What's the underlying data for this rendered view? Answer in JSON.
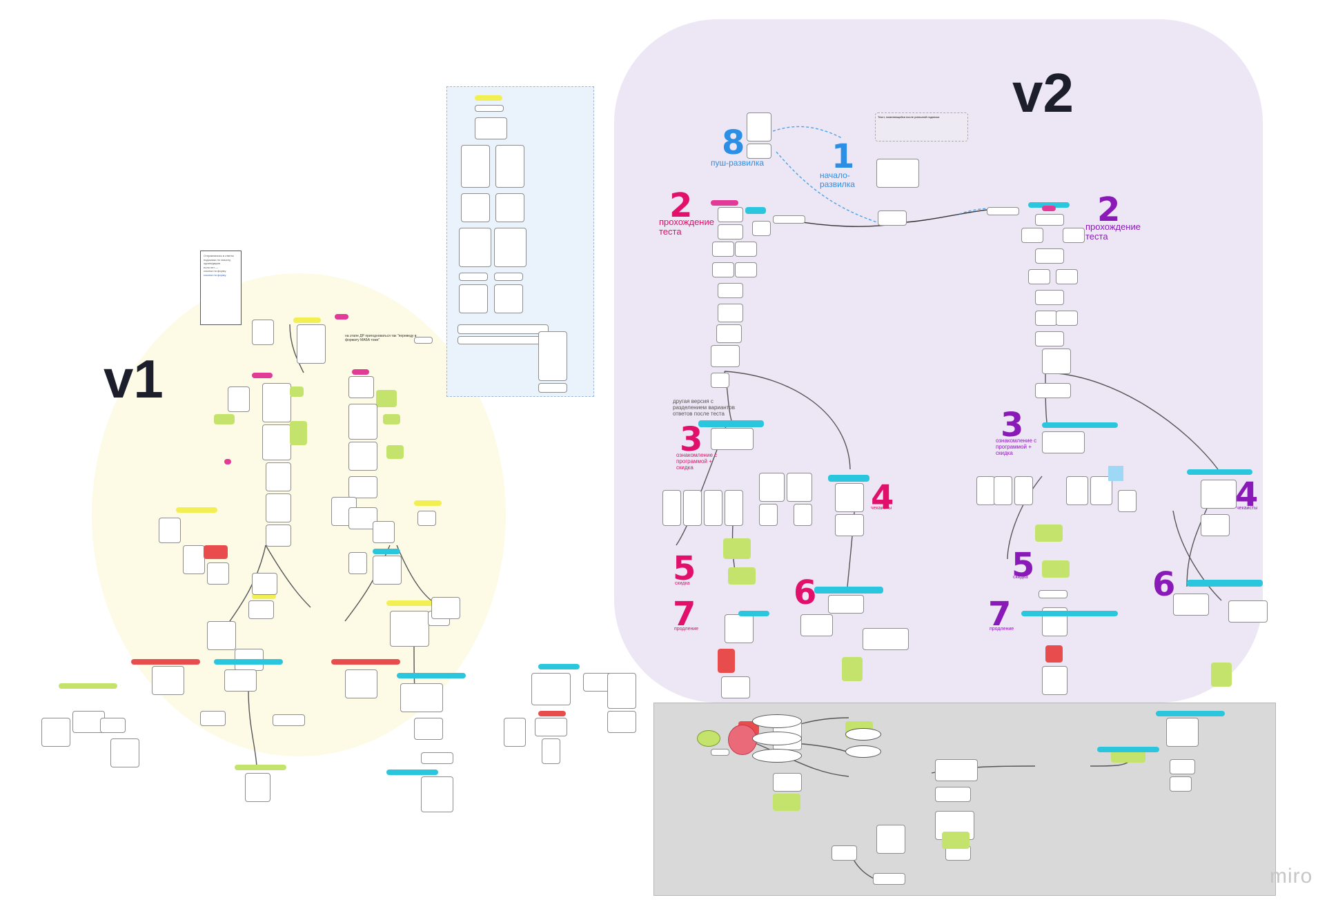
{
  "board": {
    "v1_label": "v1",
    "v2_label": "v2",
    "watermark": "miro"
  },
  "steps": [
    {
      "id": "s8",
      "number": "8",
      "caption": "пуш-развилка",
      "color": "#2b8fe6"
    },
    {
      "id": "s1",
      "number": "1",
      "caption": "начало-развилка",
      "color": "#2b8fe6"
    },
    {
      "id": "s2a",
      "number": "2",
      "caption": "прохождение теста",
      "color": "#e0106b"
    },
    {
      "id": "s2b",
      "number": "2",
      "caption": "прохождение теста",
      "color": "#8a1ab8"
    },
    {
      "id": "s3a",
      "number": "3",
      "caption": "ознакомление с программой + скидка",
      "color": "#e0106b"
    },
    {
      "id": "s3b",
      "number": "3",
      "caption": "ознакомление с программой + скидка",
      "color": "#8a1ab8"
    },
    {
      "id": "s4a",
      "number": "4",
      "caption": "чекаисты",
      "color": "#e0106b"
    },
    {
      "id": "s4b",
      "number": "4",
      "caption": "чекаисты",
      "color": "#8a1ab8"
    },
    {
      "id": "s5a",
      "number": "5",
      "caption": "скидка",
      "color": "#e0106b"
    },
    {
      "id": "s5b",
      "number": "5",
      "caption": "скидка",
      "color": "#8a1ab8"
    },
    {
      "id": "s6a",
      "number": "6",
      "caption": "",
      "color": "#e0106b"
    },
    {
      "id": "s6b",
      "number": "6",
      "caption": "",
      "color": "#8a1ab8"
    },
    {
      "id": "s7a",
      "number": "7",
      "caption": "продление",
      "color": "#e0106b"
    },
    {
      "id": "s7b",
      "number": "7",
      "caption": "продление",
      "color": "#8a1ab8"
    }
  ],
  "annotations": {
    "other_version": "другая версия с разделением вариантов ответов после теста",
    "v1_arrow_text": "на этапе ДР пригодноваться так \"переведу в формату МАБА тоже\"",
    "top_note": "Текст, появляющийся после успешной подписки",
    "note_lines": [
      "Отправлялись в ответы",
      "подсказки по смыслу,",
      "одним/двумя",
      "если нет —",
      "ссылка на форму"
    ],
    "note_link": "ссылка на форму"
  },
  "colors": {
    "v1_background": "#fdfbe6",
    "v2_background": "#ece6f5",
    "gray_section": "#d9d9d9",
    "blue_frame": "#eaf3fc",
    "pink": "#e0106b",
    "purple": "#8a1ab8",
    "blue": "#2b8fe6",
    "cyan_tag": "#29c6dd",
    "green_tag": "#c4e36d",
    "yellow_tag": "#f2ef52",
    "magenta_tag": "#e23a97",
    "red_tag": "#e84c4c"
  }
}
